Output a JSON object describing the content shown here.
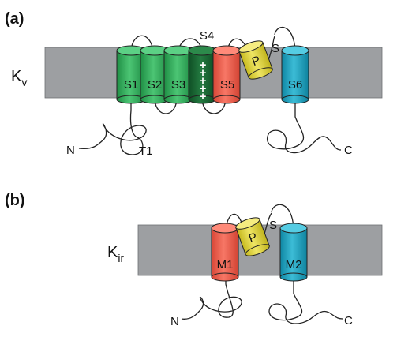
{
  "panel_a": {
    "label": "(a)",
    "channel": {
      "main": "K",
      "sub": "v"
    },
    "segments": [
      {
        "label": "S1",
        "color": "#35b25f"
      },
      {
        "label": "S2",
        "color": "#35b25f"
      },
      {
        "label": "S3",
        "color": "#35b25f"
      },
      {
        "label": "",
        "color": "#1a6a34",
        "top_label": "S4",
        "charges": [
          "+",
          "+",
          "+",
          "+",
          "+"
        ]
      },
      {
        "label": "S5",
        "color": "#f0604e"
      },
      {
        "label": "P",
        "color": "#e4d835"
      },
      {
        "label": "S6",
        "color": "#1ea5c0"
      }
    ],
    "selectivity_label": "S",
    "n_terminus": "N",
    "t1_label": "T1",
    "c_terminus": "C"
  },
  "panel_b": {
    "label": "(b)",
    "channel": {
      "main": "K",
      "sub": "ir"
    },
    "segments": [
      {
        "label": "M1",
        "color": "#f0604e"
      },
      {
        "label": "P",
        "color": "#e4d835"
      },
      {
        "label": "M2",
        "color": "#1ea5c0"
      }
    ],
    "selectivity_label": "S",
    "n_terminus": "N",
    "c_terminus": "C"
  },
  "colors": {
    "membrane": "#9d9fa2",
    "membrane_edge": "#6e7074",
    "outline": "#222222"
  }
}
